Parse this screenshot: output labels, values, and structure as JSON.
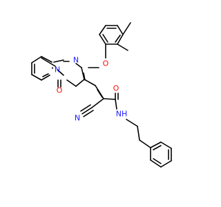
{
  "molecule": {
    "atom_labels": {
      "ring_n1": "N",
      "ring_n2": "N",
      "ether_o": "O",
      "ketone_o": "O",
      "nitrile_n": "N",
      "amide_o": "O",
      "amide_nh": "NH"
    },
    "colors": {
      "bond": "#000000",
      "nitrogen": "#1a1aff",
      "oxygen": "#ff0d0d",
      "background": "#ffffff"
    }
  }
}
